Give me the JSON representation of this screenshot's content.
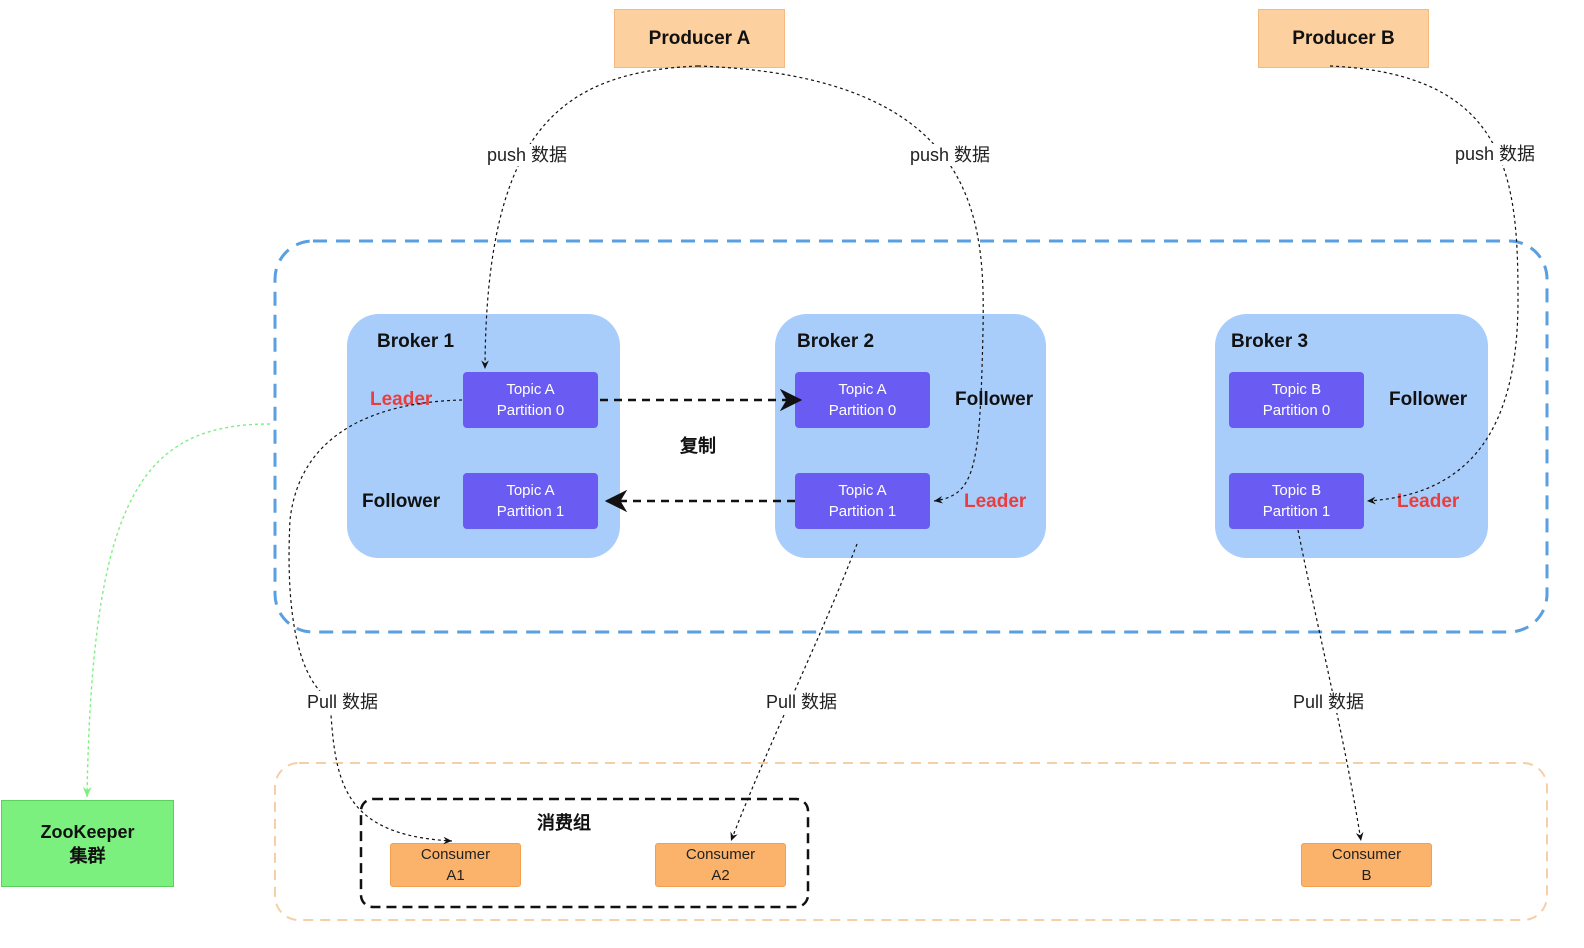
{
  "producers": [
    {
      "id": "a",
      "label": "Producer A"
    },
    {
      "id": "b",
      "label": "Producer B"
    }
  ],
  "edges": {
    "push_a1": "push 数据",
    "push_a2": "push 数据",
    "push_b": "push 数据",
    "pull_a1": "Pull 数据",
    "pull_a2": "Pull 数据",
    "pull_b": "Pull 数据",
    "replication": "复制"
  },
  "brokers": [
    {
      "title": "Broker 1",
      "partitions": [
        {
          "topic": "Topic A",
          "partition": "Partition 0",
          "role": "Leader"
        },
        {
          "topic": "Topic A",
          "partition": "Partition 1",
          "role": "Follower"
        }
      ]
    },
    {
      "title": "Broker 2",
      "partitions": [
        {
          "topic": "Topic A",
          "partition": "Partition 0",
          "role": "Follower"
        },
        {
          "topic": "Topic A",
          "partition": "Partition 1",
          "role": "Leader"
        }
      ]
    },
    {
      "title": "Broker 3",
      "partitions": [
        {
          "topic": "Topic B",
          "partition": "Partition 0",
          "role": "Follower"
        },
        {
          "topic": "Topic B",
          "partition": "Partition 1",
          "role": "Leader"
        }
      ]
    }
  ],
  "consumer_group": {
    "label": "消费组"
  },
  "consumers": [
    {
      "line1": "Consumer",
      "line2": "A1"
    },
    {
      "line1": "Consumer",
      "line2": "A2"
    },
    {
      "line1": "Consumer",
      "line2": "B"
    }
  ],
  "zookeeper": {
    "line1": "ZooKeeper",
    "line2": "集群"
  },
  "colors": {
    "leader": "#ea3d3d",
    "partition": "#6a5cf2",
    "broker": "#a9cdfb",
    "producer": "#fdd0a0",
    "consumer": "#fbb26a",
    "zookeeper": "#7cf07e",
    "cluster_border": "#5a9fe0",
    "consumer_area_border": "#f5cfa6"
  }
}
